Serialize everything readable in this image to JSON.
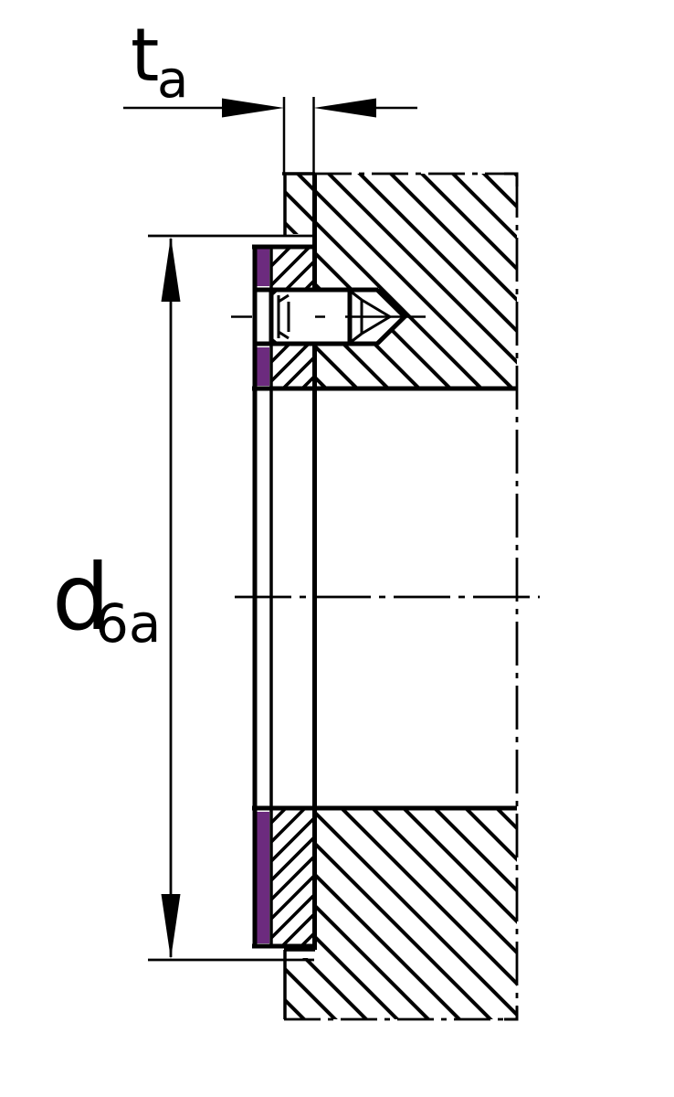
{
  "drawing": {
    "labels": {
      "ta": {
        "symbol": "t",
        "subscript": "a"
      },
      "d6a": {
        "symbol": "d",
        "subscript": "6a"
      }
    },
    "colors": {
      "highlight": "#6C2B7E",
      "line": "#000000",
      "background": "#FFFFFF"
    }
  }
}
